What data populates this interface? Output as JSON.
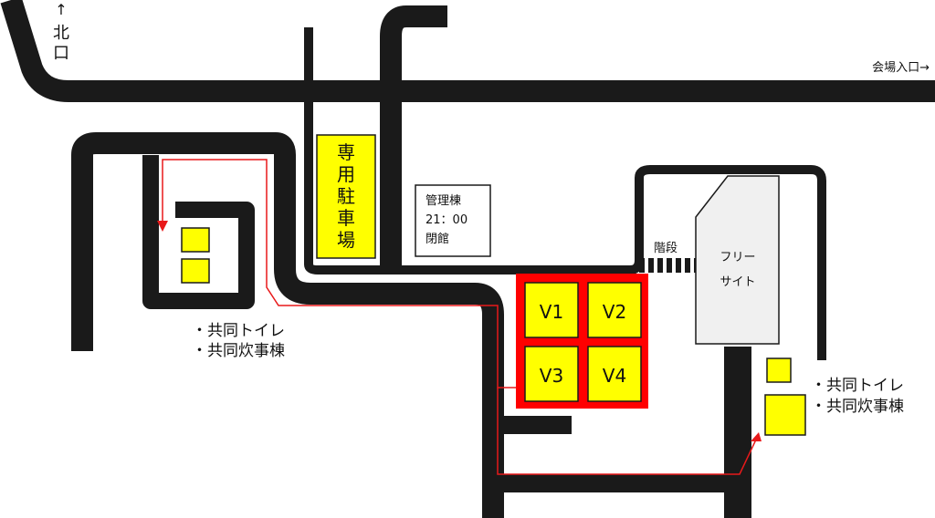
{
  "colors": {
    "road": "#1a1a1a",
    "lot": "#ffff00",
    "lot_border": "#ff0000",
    "route": "#e8191a",
    "building": "#f0f0f0",
    "text": "#111111"
  },
  "labels": {
    "north_arrow": "↑",
    "north_char1": "北",
    "north_char2": "口",
    "entrance": "会場入口→",
    "parking_1": "専",
    "parking_2": "用",
    "parking_3": "駐",
    "parking_4": "車",
    "parking_5": "場",
    "office_name": "管理棟",
    "office_time": "21：00",
    "office_closed": "閉館",
    "stairs": "階段",
    "free_site_1": "フリー",
    "free_site_2": "サイト",
    "sites": [
      "V1",
      "V2",
      "V3",
      "V4"
    ],
    "facilities_left_1": "・共同トイレ",
    "facilities_left_2": "・共同炊事棟",
    "facilities_right_1": "・共同トイレ",
    "facilities_right_2": "・共同炊事棟"
  },
  "icons": {
    "route_arrow": "arrow-head-icon",
    "north": "up-arrow-icon"
  }
}
